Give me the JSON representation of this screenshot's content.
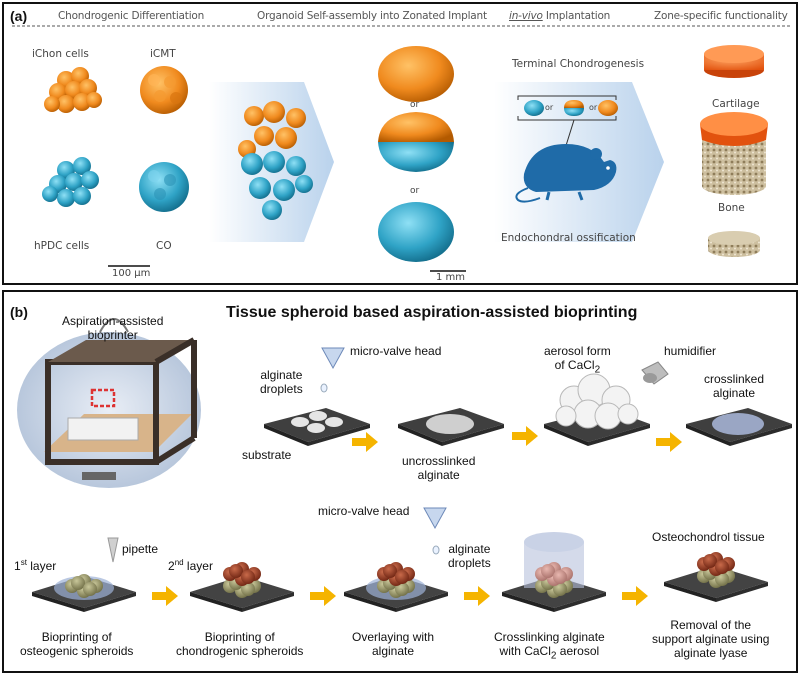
{
  "panel_a": {
    "letter_open": "(",
    "letter": "a",
    "letter_close": ")",
    "headers": {
      "h1": "Chondrogenic Differentiation",
      "h2": "Organoid Self-assembly into Zonated Implant",
      "h3": "in-vivo",
      "h3b": "Implantation",
      "h4": "Zone-specific functionality"
    },
    "labels": {
      "ichon": "iChon cells",
      "icmt": "iCMT",
      "hpdc": "hPDC cells",
      "co": "CO",
      "scale1": "100 μm",
      "or1": "or",
      "or2": "or",
      "scale2": "1 mm",
      "terminal": "Terminal Chondrogenesis",
      "endo": "Endochondral ossification",
      "orA": "or",
      "orB": "or",
      "cartilage": "Cartilage",
      "bone": "Bone"
    }
  },
  "panel_b": {
    "letter_open": "(",
    "letter": "b",
    "letter_close": ")",
    "title": "Tissue spheroid based aspiration-assisted bioprinting",
    "labels": {
      "bioprinter": "Aspiration-assisted\nbioprinter",
      "microvalve1": "micro-valve head",
      "alginate_droplets1": "alginate\ndroplets",
      "substrate": "substrate",
      "uncrosslinked": "uncrosslinked\nalginate",
      "aerosol": "aerosol form\nof CaCl",
      "aerosol_sub": "2",
      "humidifier": "humidifier",
      "crosslinked": "crosslinked\nalginate",
      "microvalve2": "micro-valve head",
      "pipette": "pipette",
      "layer1": "1",
      "layer1_sup": "st",
      "layer1_rest": " layer",
      "layer2": "2",
      "layer2_sup": "nd",
      "layer2_rest": " layer",
      "alginate_droplets2": "alginate\ndroplets",
      "osteochondral": "Osteochondrol tissue",
      "step1": "Bioprinting of\nosteogenic spheroids",
      "step2": "Bioprinting of\nchondrogenic spheroids",
      "step3": "Overlaying with\nalginate",
      "step4a": "Crosslinking alginate",
      "step4b": "with CaCl",
      "step4b_sub": "2",
      "step4b_rest": " aerosol",
      "step5": "Removal of the\nsupport alginate using\nalginate lyase"
    }
  },
  "colors": {
    "orange": "#f08a1e",
    "blue": "#2fa3c6",
    "arrow": "#f5b400",
    "plate": "#4a4a4a",
    "chevron": "#c5d8ee"
  }
}
